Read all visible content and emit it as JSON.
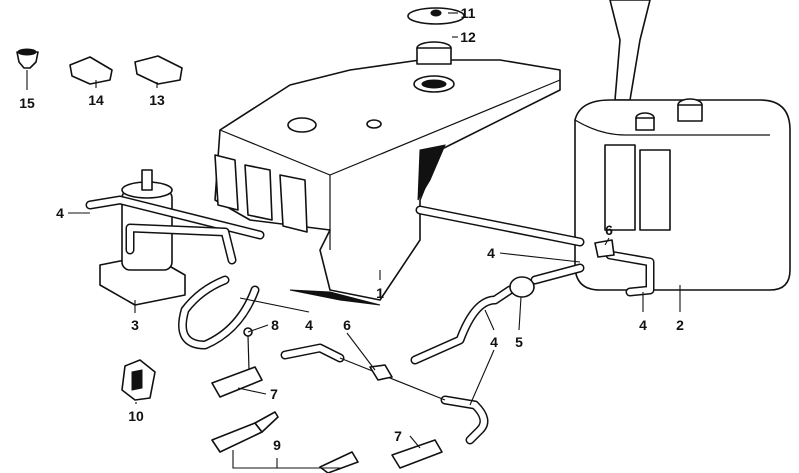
{
  "diagram": {
    "type": "exploded parts diagram",
    "callouts": {
      "c11": "11",
      "c12": "12",
      "c15": "15",
      "c14": "14",
      "c13": "13",
      "c4a": "4",
      "c4b": "4",
      "c6a": "6",
      "c3": "3",
      "c1": "1",
      "c8": "8",
      "c4c": "4",
      "c6b": "6",
      "c4d": "4",
      "c5": "5",
      "c4e": "4",
      "c2": "2",
      "c7a": "7",
      "c10": "10",
      "c9": "9",
      "c7b": "7"
    }
  }
}
